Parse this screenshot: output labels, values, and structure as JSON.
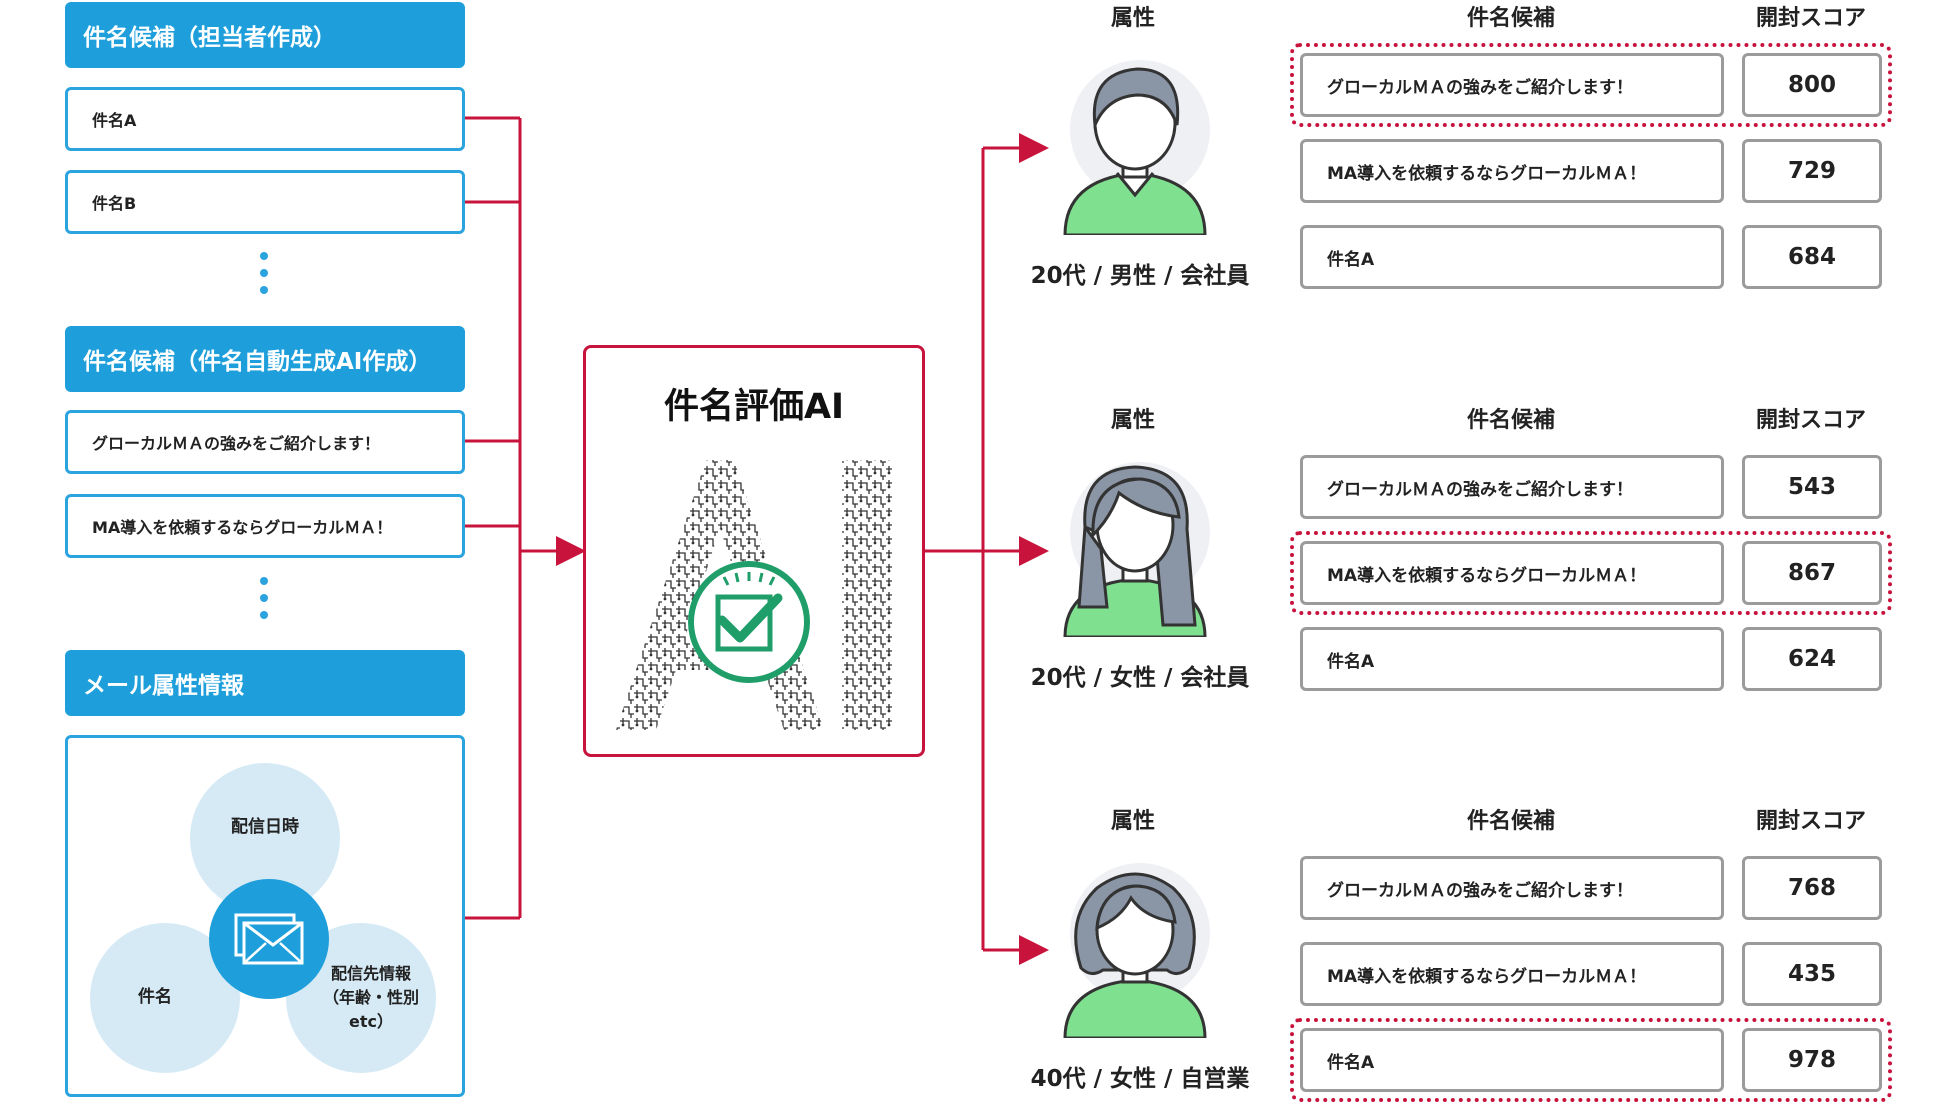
{
  "left": {
    "manual_header": "件名候補（担当者作成）",
    "manual_items": [
      "件名A",
      "件名B"
    ],
    "ai_header": "件名候補（件名自動生成AI作成）",
    "ai_items": [
      "グローカルＭＡの強みをご紹介します！",
      "MA導入を依頼するならグローカルＭＡ！"
    ],
    "attr_header": "メール属性情報",
    "bubbles": {
      "datetime": "配信日時",
      "subject": "件名",
      "recipient_line1": "配信先情報",
      "recipient_line2": "（年齢・性別 etc）"
    },
    "mail_icon": "envelope-icon"
  },
  "center": {
    "title": "件名評価AI",
    "graphic": "ai-circuit-check-icon"
  },
  "colors": {
    "accent_blue": "#1e9fdb",
    "line_red": "#c8143c",
    "persona_green": "#7fe08f",
    "hair_gray": "#8a95a5"
  },
  "right": {
    "col_attr": "属性",
    "col_subject": "件名候補",
    "col_score": "開封スコア",
    "groups": [
      {
        "persona": "20代 / 男性 / 会社員",
        "icon": "male-person-icon",
        "rows": [
          {
            "subject": "グローカルＭＡの強みをご紹介します！",
            "score": "800",
            "highlight": true
          },
          {
            "subject": "MA導入を依頼するならグローカルＭＡ！",
            "score": "729",
            "highlight": false
          },
          {
            "subject": "件名A",
            "score": "684",
            "highlight": false
          }
        ]
      },
      {
        "persona": "20代 / 女性 / 会社員",
        "icon": "female-long-hair-person-icon",
        "rows": [
          {
            "subject": "グローカルＭＡの強みをご紹介します！",
            "score": "543",
            "highlight": false
          },
          {
            "subject": "MA導入を依頼するならグローカルＭＡ！",
            "score": "867",
            "highlight": true
          },
          {
            "subject": "件名A",
            "score": "624",
            "highlight": false
          }
        ]
      },
      {
        "persona": "40代 / 女性 / 自営業",
        "icon": "female-short-hair-person-icon",
        "rows": [
          {
            "subject": "グローカルＭＡの強みをご紹介します！",
            "score": "768",
            "highlight": false
          },
          {
            "subject": "MA導入を依頼するならグローカルＭＡ！",
            "score": "435",
            "highlight": false
          },
          {
            "subject": "件名A",
            "score": "978",
            "highlight": true
          }
        ]
      }
    ]
  }
}
